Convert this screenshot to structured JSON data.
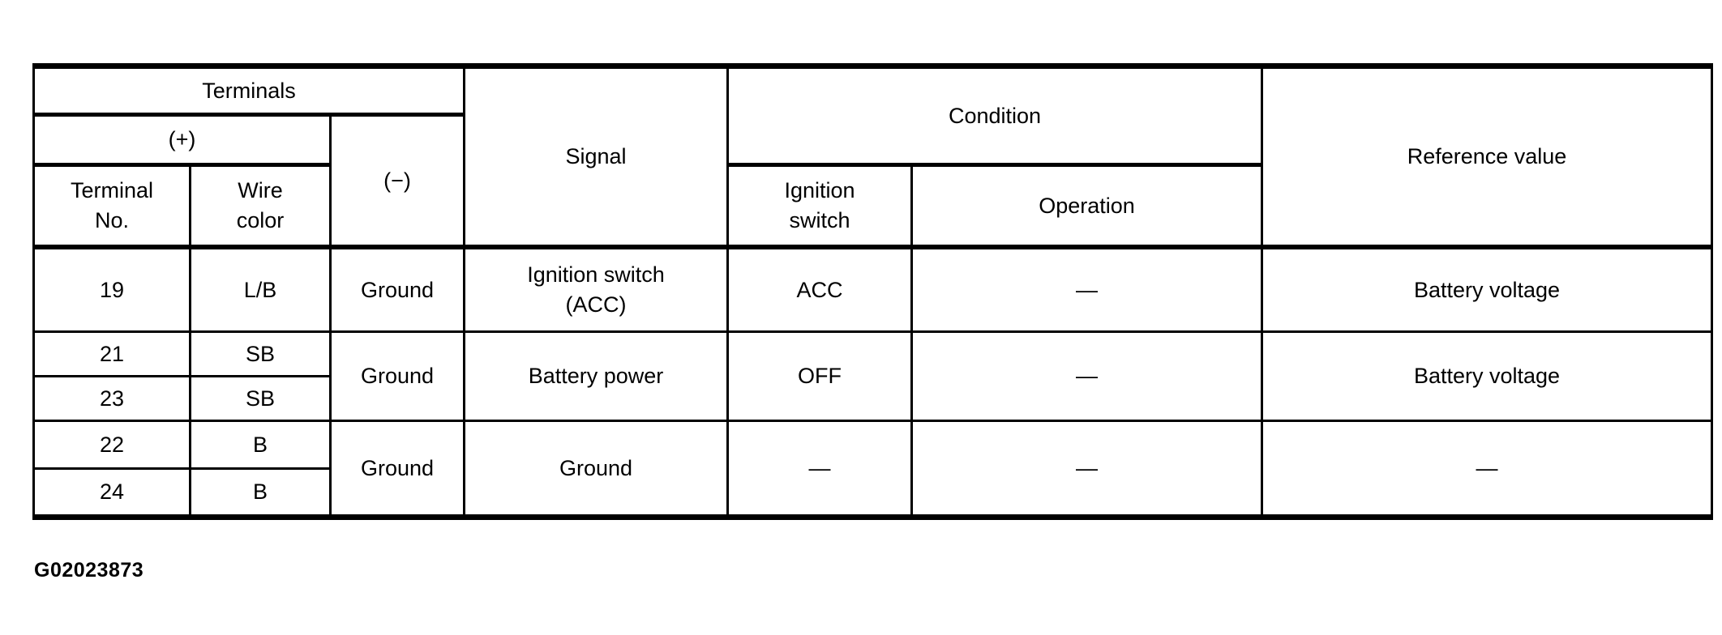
{
  "document": {
    "figure_code": "G02023873"
  },
  "table": {
    "header": {
      "terminals": "Terminals",
      "plus": "(+)",
      "minus": "(−)",
      "terminal_no": "Terminal\nNo.",
      "wire_color": "Wire\ncolor",
      "signal": "Signal",
      "condition": "Condition",
      "ignition_switch": "Ignition\nswitch",
      "operation": "Operation",
      "reference_value": "Reference value"
    },
    "rows": [
      {
        "terminal_no": "19",
        "wire_color": "L/B",
        "minus": "Ground",
        "signal": "Ignition switch\n(ACC)",
        "ignition_switch": "ACC",
        "operation": "—",
        "reference_value": "Battery voltage"
      },
      {
        "terminal_no": "21",
        "wire_color": "SB",
        "minus": "Ground",
        "signal": "Battery power",
        "ignition_switch": "OFF",
        "operation": "—",
        "reference_value": "Battery voltage"
      },
      {
        "terminal_no": "23",
        "wire_color": "SB"
      },
      {
        "terminal_no": "22",
        "wire_color": "B",
        "minus": "Ground",
        "signal": "Ground",
        "ignition_switch": "—",
        "operation": "—",
        "reference_value": "—"
      },
      {
        "terminal_no": "24",
        "wire_color": "B"
      }
    ],
    "colors": {
      "border": "#000000",
      "text": "#000000",
      "background": "#ffffff"
    }
  }
}
